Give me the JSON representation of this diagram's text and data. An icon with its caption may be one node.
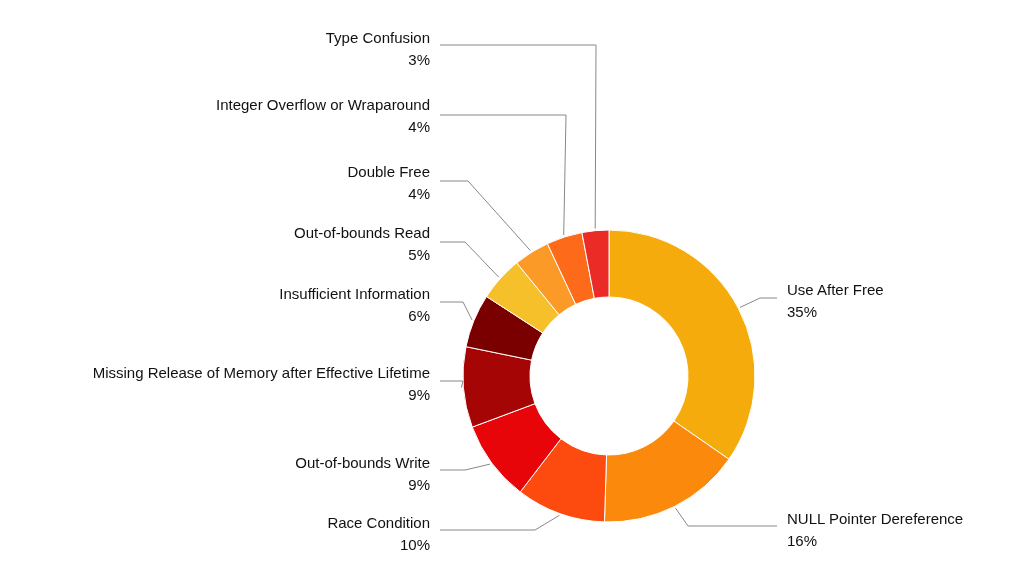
{
  "diagram": {
    "chart_data": {
      "type": "donut",
      "categories": [
        "Use After Free",
        "NULL Pointer Dereference",
        "Race Condition",
        "Out-of-bounds Write",
        "Missing Release of Memory after Effective Lifetime",
        "Insufficient Information",
        "Out-of-bounds Read",
        "Double Free",
        "Integer Overflow or Wraparound",
        "Type Confusion"
      ],
      "series": [
        {
          "values": [
            35,
            16,
            10,
            9,
            9,
            6,
            5,
            4,
            4,
            3
          ]
        }
      ],
      "value_labels": [
        "35%",
        "16%",
        "10%",
        "9%",
        "9%",
        "6%",
        "5%",
        "4%",
        "4%",
        "3%"
      ]
    }
  }
}
